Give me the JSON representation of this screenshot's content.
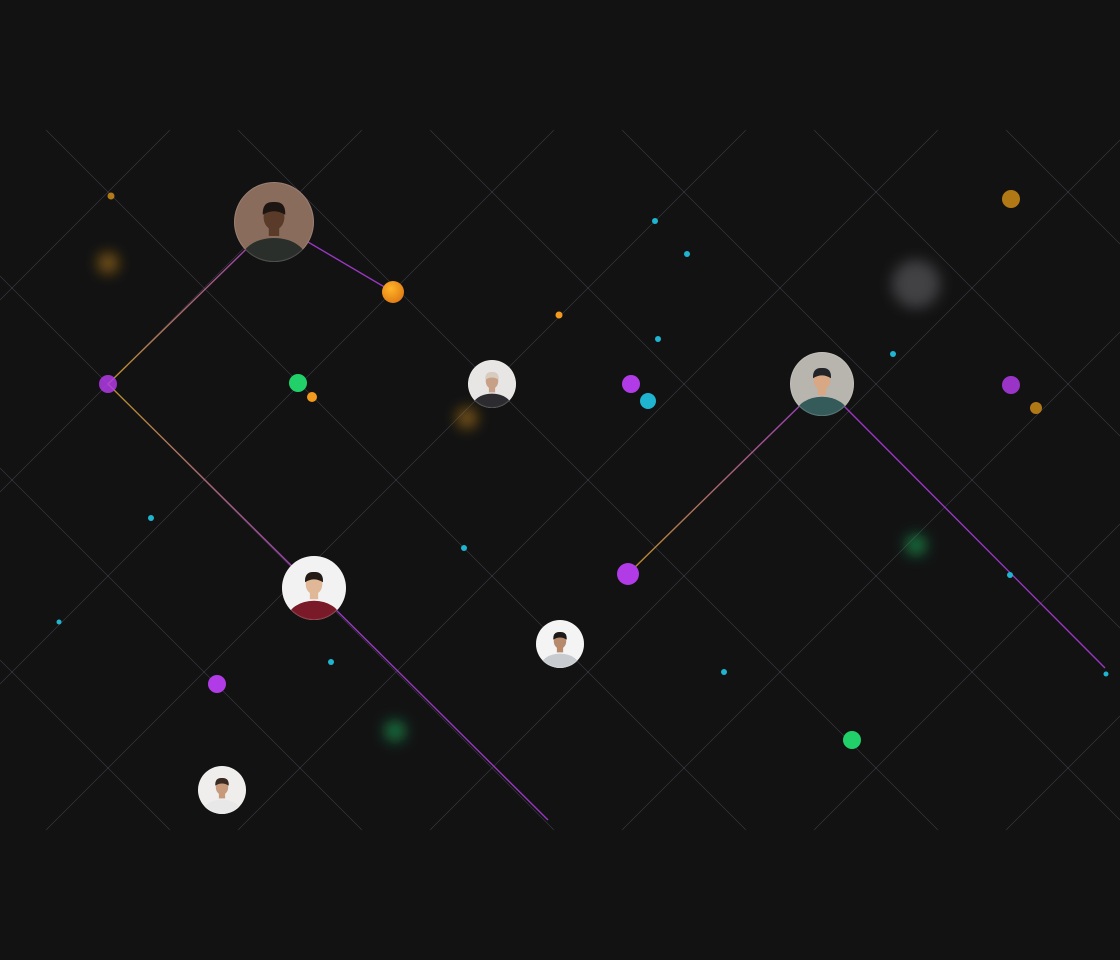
{
  "colors": {
    "background": "#121213",
    "grid_line": "#8f8fa8",
    "node_purple": "#b13be6",
    "node_orange": "#f29a1f",
    "node_amber": "#d89418",
    "node_green": "#22d06a",
    "node_cyan": "#1fb5d0",
    "link_purple": "#b23de0",
    "link_gold": "#c9a227"
  },
  "avatars": [
    {
      "name": "avatar-man-glasses-hoodie",
      "skin": "#5a3a28",
      "hair": "#1c1512",
      "shirt": "#2a2f2c",
      "bg": "#8a6c5c"
    },
    {
      "name": "avatar-woman-dreadlocks",
      "skin": "#c8a088",
      "hair": "#d8ccc0",
      "shirt": "#2c2c30",
      "bg": "#e8e6e4"
    },
    {
      "name": "avatar-man-cap-smiling",
      "skin": "#d8a884",
      "hair": "#222428",
      "shirt": "#355a5a",
      "bg": "#b8b4ae"
    },
    {
      "name": "avatar-woman-headphones",
      "skin": "#e0b898",
      "hair": "#241a16",
      "shirt": "#7a1a28",
      "bg": "#f2f2f2"
    },
    {
      "name": "avatar-man-grey-shirt",
      "skin": "#b88a6c",
      "hair": "#1e1a18",
      "shirt": "#c8ccd0",
      "bg": "#f4f4f4"
    },
    {
      "name": "avatar-woman-beanie",
      "skin": "#c89a7c",
      "hair": "#3a2a22",
      "shirt": "#e8e8e8",
      "bg": "#f0eeec"
    }
  ],
  "nodes": [
    {
      "color": "purple"
    },
    {
      "color": "amber"
    },
    {
      "color": "orange"
    },
    {
      "color": "orange"
    },
    {
      "color": "green"
    },
    {
      "color": "orange"
    },
    {
      "color": "purple"
    },
    {
      "color": "cyan"
    },
    {
      "color": "purple"
    },
    {
      "color": "purple"
    },
    {
      "color": "amber"
    },
    {
      "color": "amber"
    },
    {
      "color": "purple"
    },
    {
      "color": "green"
    },
    {
      "color": "cyan"
    },
    {
      "color": "cyan"
    },
    {
      "color": "cyan"
    },
    {
      "color": "cyan"
    },
    {
      "color": "cyan"
    },
    {
      "color": "cyan"
    },
    {
      "color": "cyan"
    },
    {
      "color": "cyan"
    },
    {
      "color": "cyan"
    },
    {
      "color": "cyan"
    },
    {
      "color": "cyan"
    },
    {
      "color": "orange"
    }
  ],
  "glows": [
    {
      "color": "amber"
    },
    {
      "color": "amber"
    },
    {
      "color": "green"
    },
    {
      "color": "green"
    },
    {
      "color": "grey"
    }
  ]
}
